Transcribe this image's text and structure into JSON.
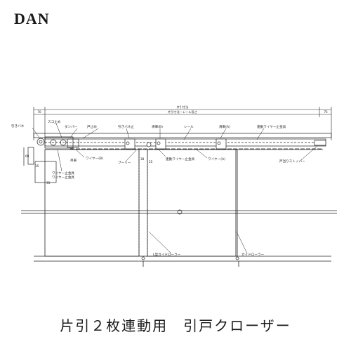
{
  "brand": "DAN",
  "caption": "片引２枚連動用　引戸クローザー",
  "dimensions": {
    "overall": "片引寸法",
    "rail": "片引寸法－レール長さ",
    "left": "70",
    "right": "75",
    "mid_a": "38",
    "mid_b": "25",
    "side_a": "60",
    "side_b": "15",
    "side_c": "35"
  },
  "labels": {
    "spring": "引きバネ",
    "stopper": "スコ止め",
    "damper": "ダンパー",
    "door_stop": "戸止め",
    "counter": "引きバネ止",
    "rail": "レール",
    "pulley_a": "滑車(A)",
    "pulley_b": "滑車(B)",
    "wire_fix_right": "連動ワイヤー止金具",
    "wire_b": "ワイヤー(B)",
    "pulley": "プーリー",
    "wire_a": "ワイヤー(A)",
    "wire_fix": "ワイヤー止金具",
    "link_wire": "連動ワイヤー止金具",
    "wire_anchor": "ワイヤー止金具",
    "hanger": "吊車",
    "stopper_end": "戸当りストッパー",
    "guide_left": "L型ガイドローラー",
    "guide_right": "ガイドローラー"
  }
}
